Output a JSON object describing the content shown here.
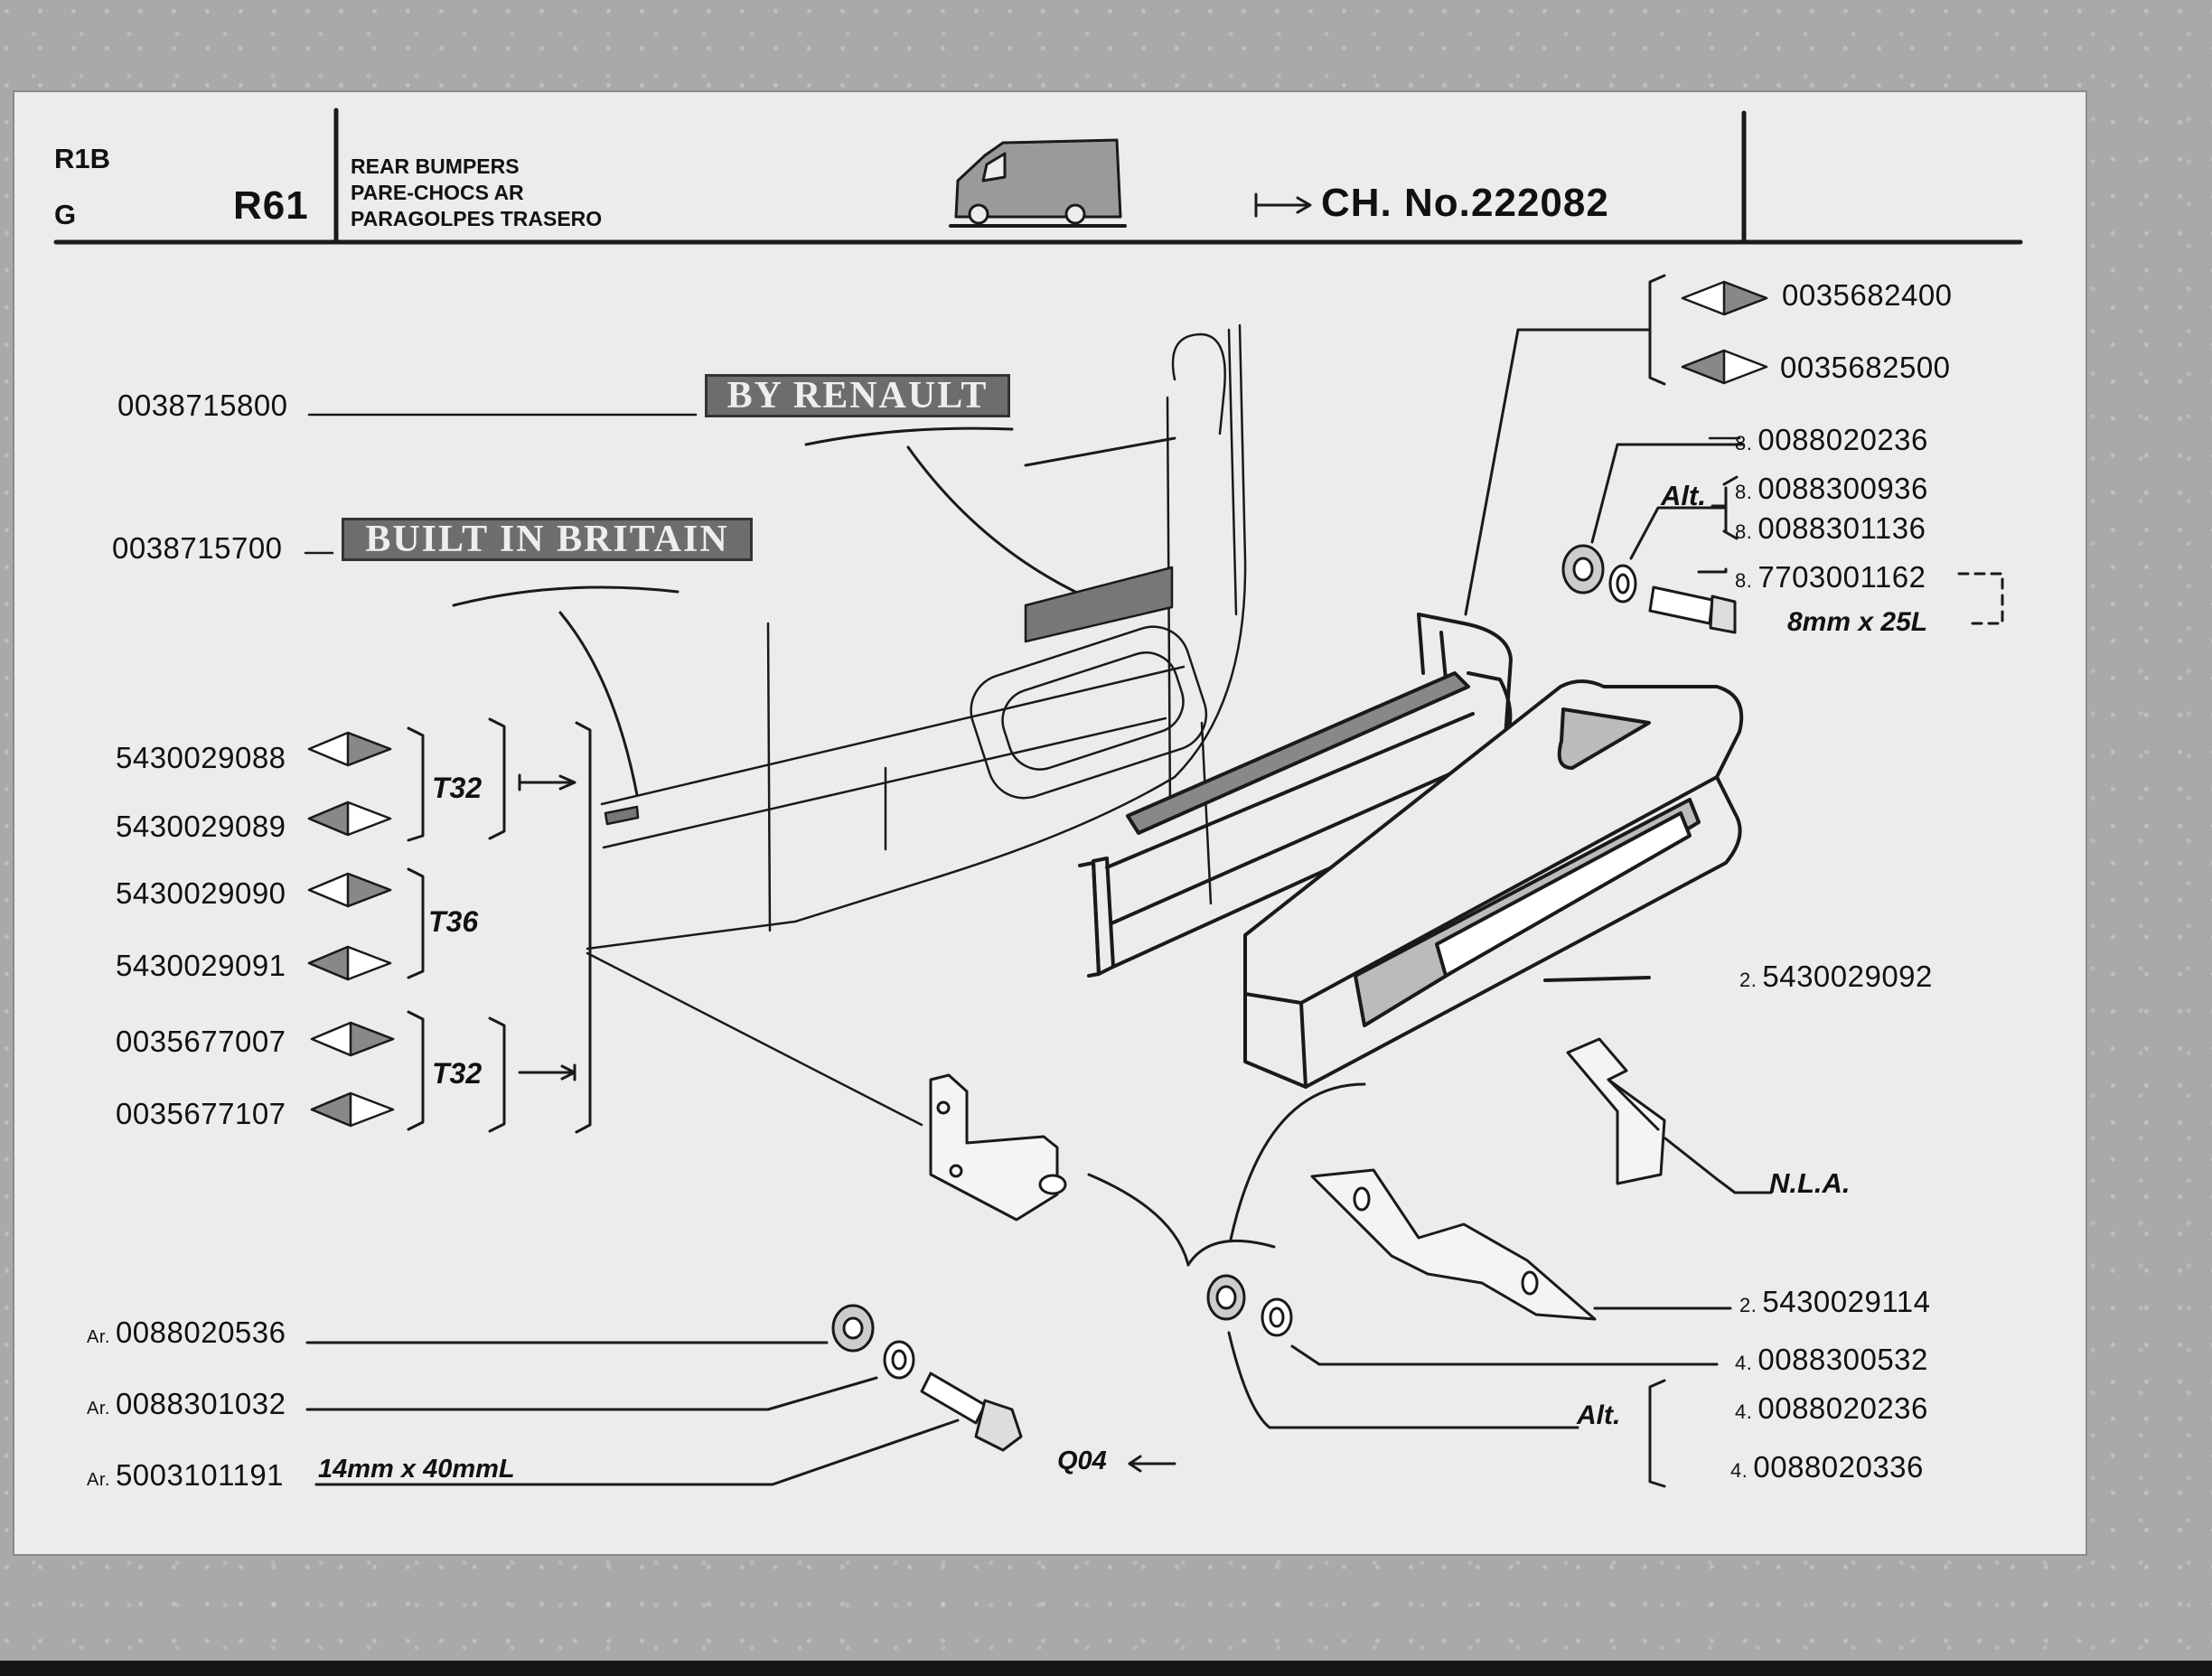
{
  "header": {
    "code_top": "R1B",
    "code_bottom": "G",
    "section": "R61",
    "title_lines": [
      "REAR BUMPERS",
      "PARE-CHOCS AR",
      "PARAGOLPES TRASERO"
    ],
    "chassis_label": "CH. No.",
    "chassis_number": "222082"
  },
  "badges": {
    "renault_badge": {
      "text": "BY RENAULT",
      "part": "0038715800"
    },
    "britain_badge": {
      "text": "BUILT IN BRITAIN",
      "part": "0038715700"
    }
  },
  "left_parts": {
    "light_t32": [
      "5430029088",
      "5430029089"
    ],
    "light_t36": [
      "5430029090",
      "5430029091"
    ],
    "light_t32b": [
      "0035677007",
      "0035677107"
    ],
    "group_t32": "T32",
    "group_t36": "T36",
    "group_t32b": "T32"
  },
  "top_right": {
    "lamp_right": "0035682400",
    "lamp_left": "0035682500"
  },
  "fasteners_top": {
    "nut_qty": "8.",
    "nut": "0088020236",
    "alt_label": "Alt.",
    "washer1_qty": "8.",
    "washer1": "0088300936",
    "washer2_qty": "8.",
    "washer2": "0088301136",
    "bolt_qty": "8.",
    "bolt": "7703001162",
    "bolt_size": "8mm x 25L"
  },
  "right_parts": {
    "bumper_qty": "2.",
    "bumper": "5430029092",
    "nla": "N.L.A.",
    "bracket_qty": "2.",
    "bracket": "5430029114",
    "washer_qty": "4.",
    "washer": "0088300532",
    "alt_label": "Alt.",
    "nut1_qty": "4.",
    "nut1": "0088020236",
    "nut2_qty": "4.",
    "nut2": "0088020336"
  },
  "bottom_left": {
    "ar_label": "Ar.",
    "nut": "0088020536",
    "washer": "0088301032",
    "bolt": "5003101191",
    "bolt_size": "14mm x 40mmL"
  },
  "ref": {
    "code": "Q04"
  }
}
